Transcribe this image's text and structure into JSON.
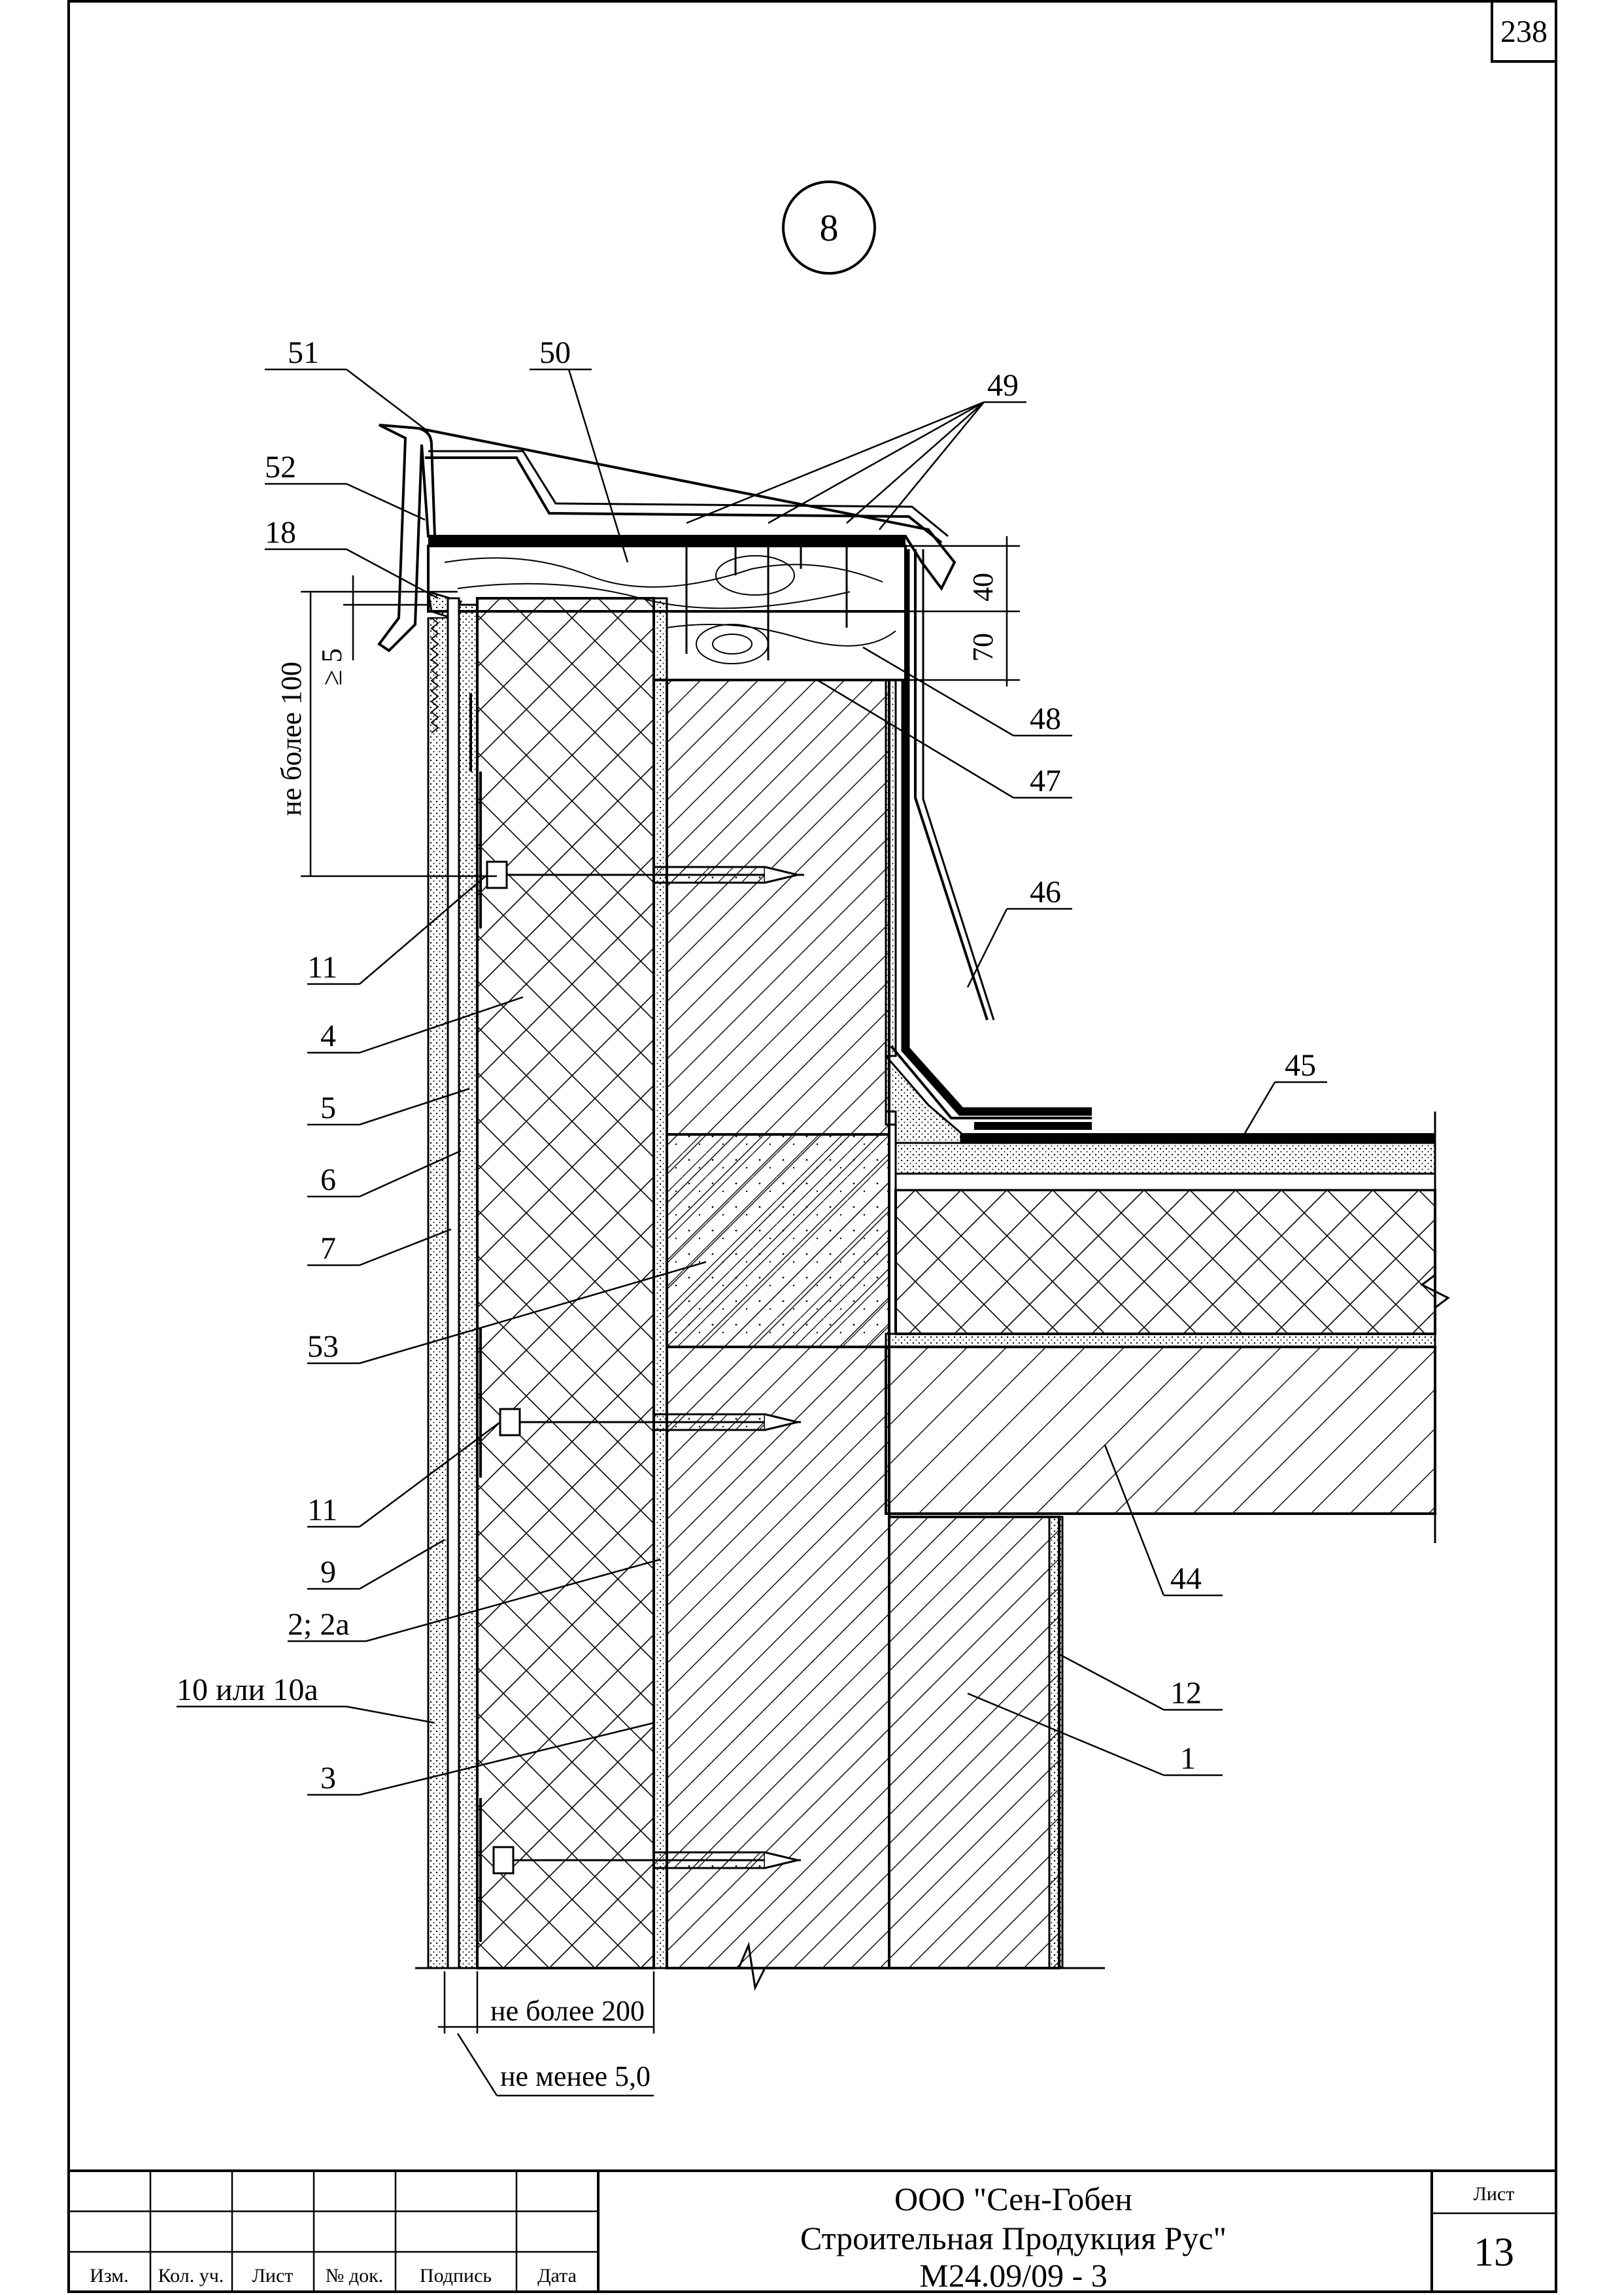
{
  "sheet_number_corner": "238",
  "detail_marker": "8",
  "callouts": {
    "c51": "51",
    "c50": "50",
    "c49": "49",
    "c52": "52",
    "c18": "18",
    "c48": "48",
    "c47": "47",
    "c46": "46",
    "c11a": "11",
    "c4": "4",
    "c5": "5",
    "c6": "6",
    "c7": "7",
    "c53": "53",
    "c11b": "11",
    "c9": "9",
    "c2": "2; 2a",
    "c10": "10 или 10a",
    "c3": "3",
    "c45": "45",
    "c44": "44",
    "c12": "12",
    "c1": "1"
  },
  "dimensions": {
    "d40": "40",
    "d70": "70",
    "dge5": "≥ 5",
    "dmax100": "не более 100",
    "dmax200": "не более 200",
    "dmin5": "не менее 5,0"
  },
  "title_block": {
    "headers": {
      "izm": "Изм.",
      "kol": "Кол. уч.",
      "list": "Лист",
      "doc": "№ док.",
      "sign": "Подпись",
      "date": "Дата"
    },
    "company_line1": "ООО \"Сен-Гобен",
    "company_line2": "Строительная Продукция Рус\"",
    "doc_code": "М24.09/09 - 3",
    "sheet_label": "Лист",
    "sheet_value": "13"
  }
}
